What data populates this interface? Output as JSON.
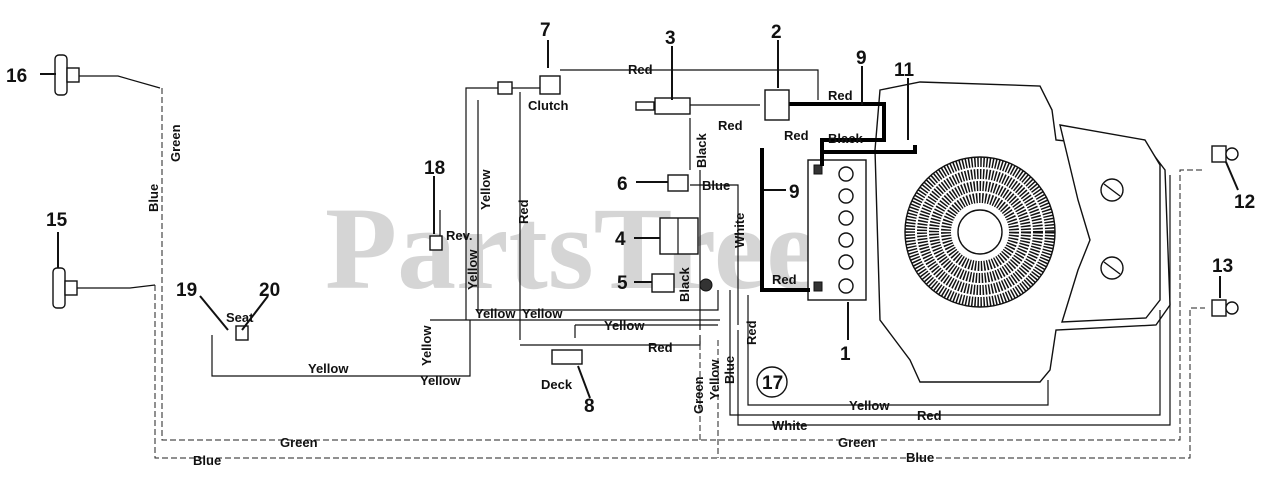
{
  "watermark": "PartsTree",
  "callouts": {
    "c1": "1",
    "c2": "2",
    "c3": "3",
    "c4": "4",
    "c5": "5",
    "c6": "6",
    "c7": "7",
    "c8": "8",
    "c9a": "9",
    "c9b": "9",
    "c11": "11",
    "c12": "12",
    "c13": "13",
    "c15": "15",
    "c16": "16",
    "c17": "17",
    "c18": "18",
    "c19": "19",
    "c20": "20"
  },
  "component_labels": {
    "clutch": "Clutch",
    "rev": "Rev.",
    "seat": "Seat",
    "deck": "Deck"
  },
  "wire_labels": {
    "red_top": "Red",
    "red_b2": "Red",
    "red_b3": "Red",
    "red_b4": "Red",
    "red_b5": "Red",
    "red_mid": "Red",
    "red_vert_left": "Red",
    "red_vert_right": "Red",
    "red_bottom": "Red",
    "black_top": "Black",
    "black_vert": "Black",
    "black_vert2": "Black",
    "blue_6": "Blue",
    "blue_left": "Blue",
    "blue_vert": "Blue",
    "blue_bottom": "Blue",
    "blue_bottom_right": "Blue",
    "green_left": "Green",
    "green_vert": "Green",
    "green_bottom": "Green",
    "green_bottom_right": "Green",
    "white_vert": "White",
    "white_bottom": "White",
    "yellow_v1": "Yellow",
    "yellow_v2": "Yellow",
    "yellow_h1": "Yellow",
    "yellow_h2": "Yellow",
    "yellow_h3": "Yellow",
    "yellow_seat": "Yellow",
    "yellow_v3": "Yellow",
    "yellow_h4": "Yellow",
    "yellow_vert": "Yellow",
    "yellow_bottom": "Yellow"
  }
}
